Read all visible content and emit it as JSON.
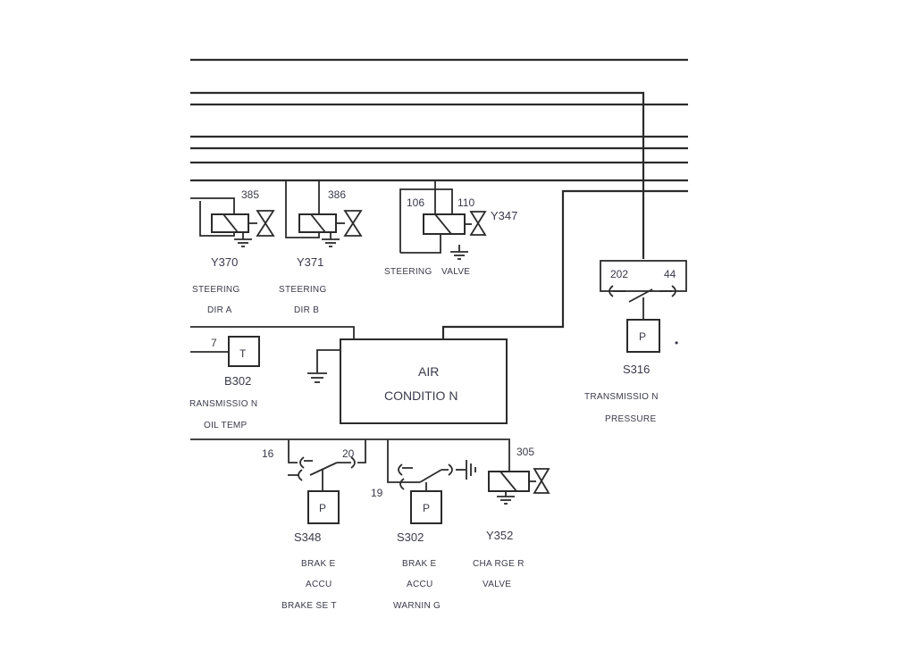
{
  "diagram": {
    "title": "Hydraulic valves / sensors wiring schematic (partial)",
    "components": {
      "y370": {
        "wire": "385",
        "id": "Y370",
        "label1": "STEERING",
        "label2": "DIR A"
      },
      "y371": {
        "wire": "386",
        "id": "Y371",
        "label1": "STEERING",
        "label2": "DIR B"
      },
      "y347": {
        "wire_left": "106",
        "wire_right": "110",
        "id": "Y347",
        "label1": "STEERING",
        "label2": "VALVE"
      },
      "s316": {
        "wire_left": "202",
        "wire_right": "44",
        "symbol": "P",
        "id": "S316",
        "label1": "TRANSMISSIO   N",
        "label2": "PRESSURE",
        "mark": "•"
      },
      "b302": {
        "wire": "7",
        "symbol": "T",
        "id": "B302",
        "label1": "RANSMISSIO   N",
        "label2": "OIL TEMP"
      },
      "aircon": {
        "label1": "AIR",
        "label2": "CONDITIO  N"
      },
      "s348": {
        "wire_left": "16",
        "wire_right": "20",
        "symbol": "P",
        "id": "S348",
        "label1": "BRAK E",
        "label2": "ACCU",
        "label3": "BRAKE SE   T"
      },
      "s302": {
        "wire": "19",
        "symbol": "P",
        "id": "S302",
        "label1": "BRAK E",
        "label2": "ACCU",
        "label3": "WARNIN   G"
      },
      "y352": {
        "wire": "305",
        "id": "Y352",
        "label1": "CHA RGE R",
        "label2": "VALVE"
      }
    }
  }
}
